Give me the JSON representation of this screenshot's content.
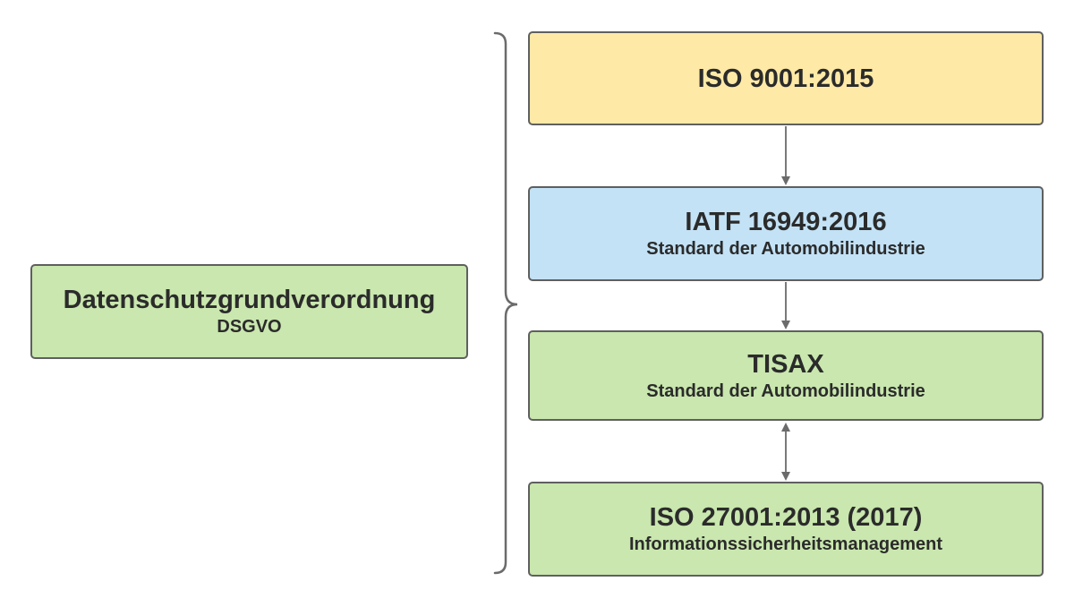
{
  "colors": {
    "yellow_fill": "#ffe9a6",
    "blue_fill": "#c3e2f6",
    "green_fill": "#c9e7ae",
    "border": "#5f5f5f",
    "arrow": "#6b6b6b",
    "text": "#2b2b2b"
  },
  "left_box": {
    "title": "Datenschutzgrundverordnung",
    "subtitle": "DSGVO"
  },
  "stack": {
    "iso9001": {
      "title": "ISO 9001:2015"
    },
    "iatf": {
      "title": "IATF 16949:2016",
      "subtitle": "Standard der Automobilindustrie"
    },
    "tisax": {
      "title": "TISAX",
      "subtitle": "Standard der Automobilindustrie"
    },
    "iso27001": {
      "title": "ISO 27001:2013 (2017)",
      "subtitle": "Informationssicherheitsmanagement"
    }
  },
  "connectors": {
    "brace": "curly-brace",
    "iso9001_to_iatf": "arrow-down",
    "iatf_to_tisax": "arrow-down",
    "tisax_to_iso27001": "arrow-bidirectional"
  }
}
